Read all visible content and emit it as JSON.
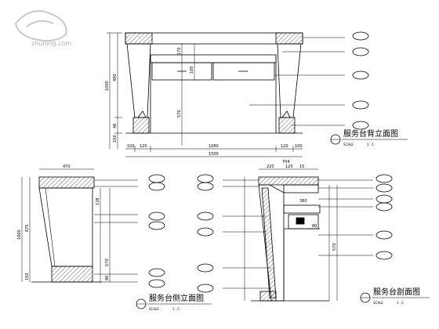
{
  "drawing": {
    "back_elevation": {
      "title": "服务台背立面图",
      "scale_label": "SCALE",
      "scale_value": "1 : C",
      "dims_bottom": [
        "100",
        "120",
        "1080",
        "120",
        "100",
        "1500"
      ],
      "dims_left": [
        "1000",
        "490",
        "48",
        "150"
      ],
      "dims_inner": [
        "170",
        "100",
        "570"
      ]
    },
    "side_elevation": {
      "title": "服务台侧立面图",
      "scale_label": "SCALE",
      "scale_value": "1 : C",
      "dims_top": [
        "470"
      ],
      "dims_left": [
        "1000",
        "875",
        "150"
      ],
      "dims_right": [
        "138",
        "570",
        "80"
      ]
    },
    "section": {
      "title": "服务台剖面图",
      "scale_label": "SCALE",
      "scale_value": "1 : C",
      "dims_top": [
        "220",
        "120",
        "15",
        "704"
      ],
      "dims_inner": [
        "380",
        "80"
      ],
      "dims_right": [
        "570"
      ]
    },
    "watermark": {
      "text": "zhulong.com"
    }
  }
}
